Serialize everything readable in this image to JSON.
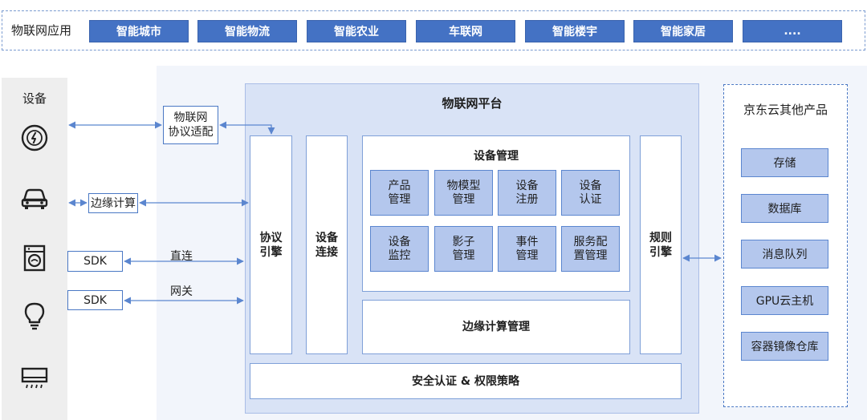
{
  "apps": {
    "label": "物联网应用",
    "items": [
      "智能城市",
      "智能物流",
      "智能农业",
      "车联网",
      "智能楼宇",
      "智能家居",
      "...."
    ]
  },
  "devices": {
    "title": "设备",
    "icons": [
      "meter-icon",
      "car-icon",
      "washing-machine-icon",
      "light-bulb-icon",
      "air-conditioner-icon"
    ]
  },
  "access": {
    "protocol_adapter": "物联网\n协议适配",
    "edge_compute": "边缘计算",
    "sdk_direct": "SDK",
    "sdk_gateway": "SDK",
    "direct_label": "直连",
    "gateway_label": "网关"
  },
  "platform": {
    "title": "物联网平台",
    "protocol_engine": "协议\n引擎",
    "device_connect": "设备\n连接",
    "device_mgmt": {
      "title": "设备管理",
      "items": [
        "产品\n管理",
        "物模型\n管理",
        "设备\n注册",
        "设备\n认证",
        "设备\n监控",
        "影子\n管理",
        "事件\n管理",
        "服务配\n置管理"
      ]
    },
    "edge_mgmt": "边缘计算管理",
    "rules_engine": "规则\n引擎",
    "security": "安全认证 & 权限策略"
  },
  "jd_cloud": {
    "title": "京东云其他产品",
    "items": [
      "存储",
      "数据库",
      "消息队列",
      "GPU云主机",
      "容器镜像仓库"
    ]
  },
  "colors": {
    "accent": "#4472c4",
    "sub_box": "#b4c7ed",
    "platform_bg": "#d9e3f6",
    "arrow": "#5b86cf"
  }
}
